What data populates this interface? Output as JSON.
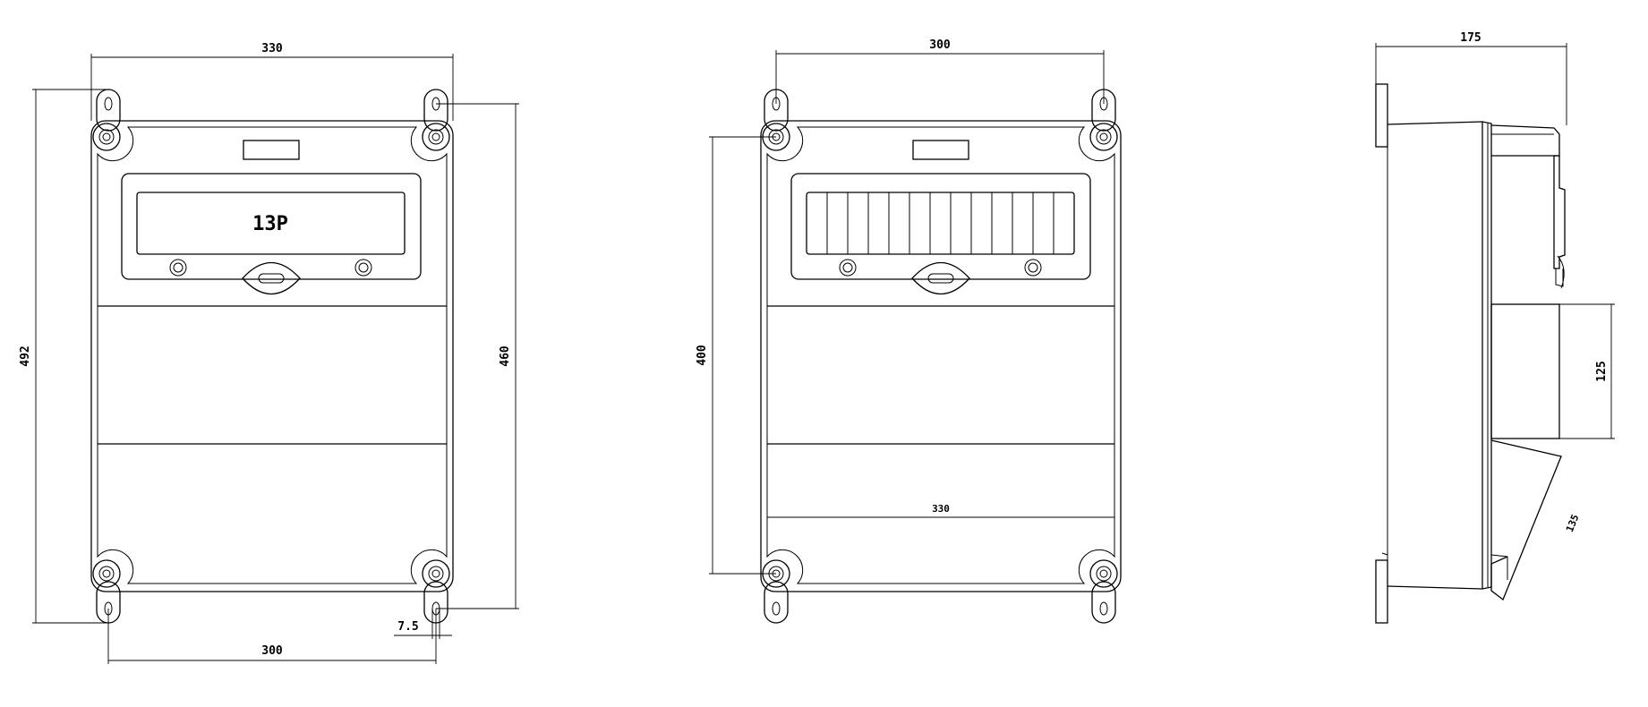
{
  "front_view": {
    "label": "13P",
    "dim_total_width": "330",
    "dim_hole_spacing_bottom": "300",
    "dim_total_height": "492",
    "dim_hole_spacing_vertical": "460",
    "dim_slot_width": "7.5"
  },
  "rear_view": {
    "dim_hole_spacing_top": "300",
    "dim_inner_hole_spacing_vertical": "400",
    "dim_inner_width": "330"
  },
  "side_view": {
    "dim_depth": "175",
    "dim_lower_box": "125",
    "dim_angled_box": "135"
  }
}
